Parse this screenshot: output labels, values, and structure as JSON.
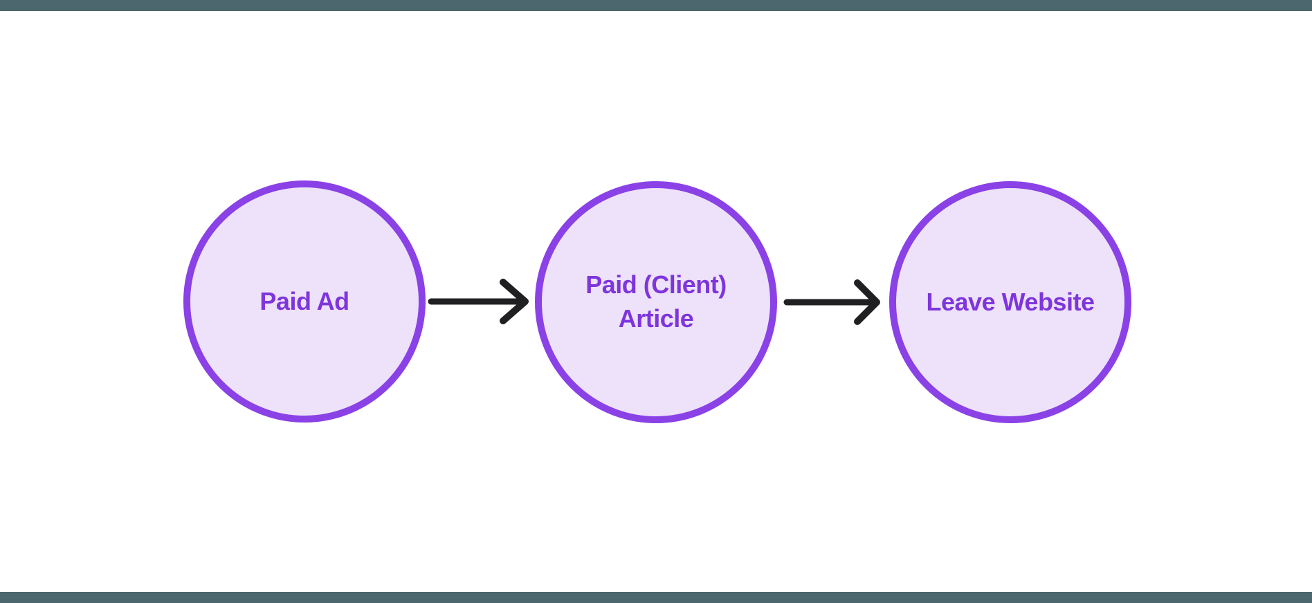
{
  "colors": {
    "page-bg": "#ffffff",
    "band": "#4d676e",
    "node-fill": "#ede2f9",
    "node-border": "#8a41e6",
    "node-text": "#7e35dc",
    "arrow": "#202023"
  },
  "diagram": {
    "nodes": [
      {
        "label": "Paid Ad"
      },
      {
        "label": "Paid (Client) Article"
      },
      {
        "label": "Leave Website"
      }
    ],
    "arrows": [
      {
        "from": "Paid Ad",
        "to": "Paid (Client) Article"
      },
      {
        "from": "Paid (Client) Article",
        "to": "Leave Website"
      }
    ]
  }
}
